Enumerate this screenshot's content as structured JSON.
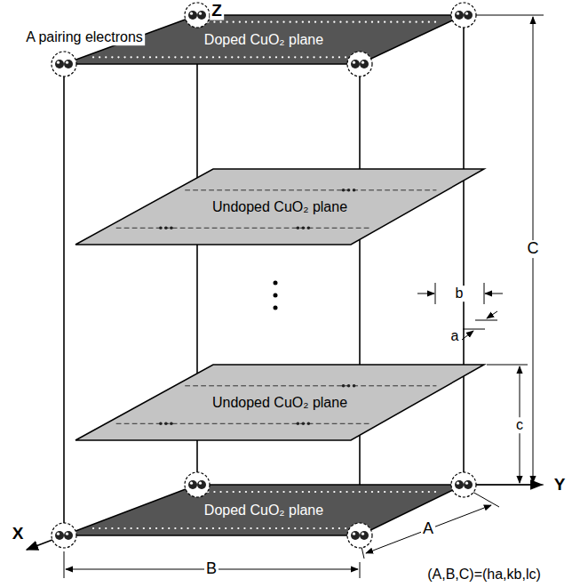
{
  "diagram": {
    "nodes": [
      {
        "text": [
          "Doped CuO₂ plane"
        ]
      },
      {
        "text": [
          "Undoped CuO₂ plane"
        ]
      },
      {
        "text": [
          "Undoped CuO₂ plane"
        ]
      },
      {
        "text": [
          "Doped CuO₂ plane"
        ]
      }
    ],
    "labels": [
      "Z",
      "A pairing electrons",
      "C",
      "b",
      "a",
      "c",
      "Y",
      "X",
      "A",
      "B",
      "(A,B,C)=(ha,kb,lc)"
    ]
  }
}
